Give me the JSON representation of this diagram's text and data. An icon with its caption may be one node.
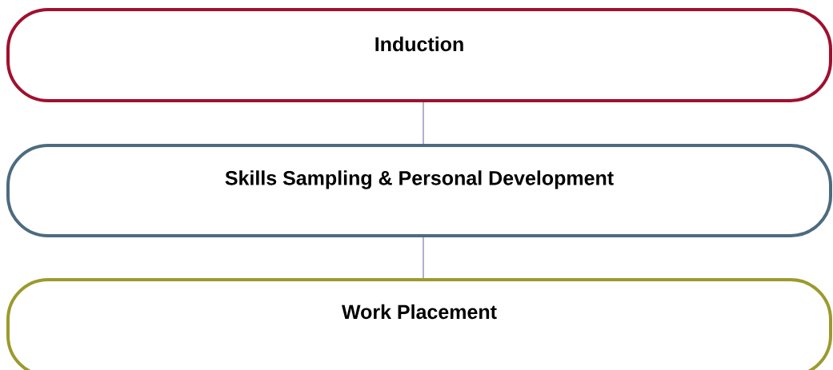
{
  "diagram": {
    "nodes": [
      {
        "text": [
          "Induction"
        ]
      },
      {
        "text": [
          "Skills Sampling & Personal Development"
        ]
      },
      {
        "text": [
          "Work Placement"
        ]
      }
    ],
    "edges": [
      {
        "from": 0,
        "to": 1,
        "arrow": "none"
      },
      {
        "from": 1,
        "to": 2,
        "arrow": "none"
      }
    ]
  }
}
